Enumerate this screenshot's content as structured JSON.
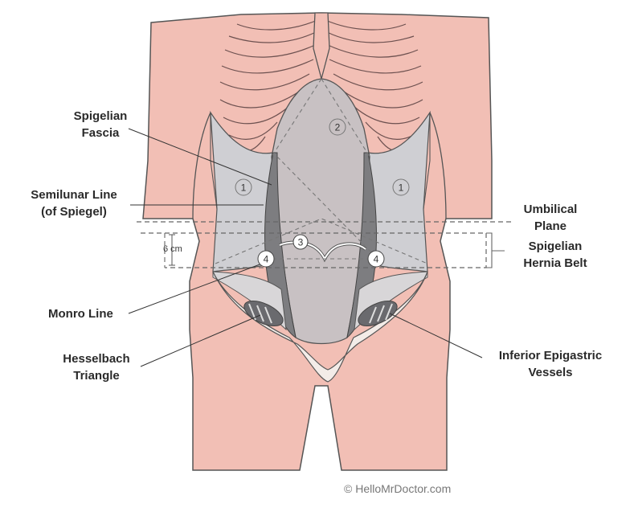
{
  "labels": {
    "spigelian_fascia": [
      "Spigelian",
      "Fascia"
    ],
    "semilunar_line": [
      "Semilunar Line",
      "(of Spiegel)"
    ],
    "monro_line": "Monro Line",
    "hesselbach_triangle": [
      "Hesselbach",
      "Triangle"
    ],
    "umbilical_plane": [
      "Umbilical",
      "Plane"
    ],
    "spigelian_hernia_belt": [
      "Spigelian",
      "Hernia Belt"
    ],
    "inferior_epigastric_vessels": [
      "Inferior Epigastric",
      "Vessels"
    ],
    "distance": "6 cm"
  },
  "region_numbers": {
    "left_lateral": "1",
    "right_lateral": "1",
    "upper_center": "2",
    "umbilicus": "3",
    "left_lower": "4",
    "right_lower": "4"
  },
  "credit": "© HelloMrDoctor.com",
  "colors": {
    "skin": "#f2bfb5",
    "skin_outline": "#555555",
    "fascia": "#cfcfd3",
    "rectus": "#c8c1c3",
    "semilunar_band": "#7d7d80",
    "inguinal": "#f3ece8",
    "belt": "#ffffff"
  }
}
